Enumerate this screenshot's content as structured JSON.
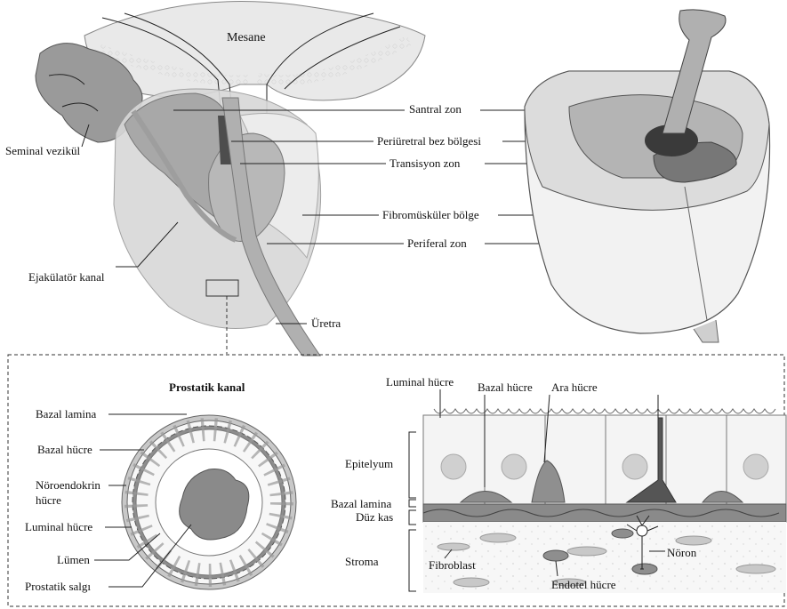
{
  "top": {
    "bladder": "Mesane",
    "seminal_vesicle": "Seminal vezikül",
    "ejaculatory_duct": "Ejakülatör kanal",
    "urethra": "Üretra",
    "zones": {
      "central": "Santral zon",
      "periurethral": "Periüretral bez bölgesi",
      "transition": "Transisyon zon",
      "fibromuscular": "Fibromüsküler bölge",
      "peripheral": "Periferal zon"
    }
  },
  "duct": {
    "title": "Prostatik kanal",
    "labels": {
      "basal_lamina": "Bazal lamina",
      "basal_cell": "Bazal hücre",
      "neuroendocrine_line1": "Nöroendokrin",
      "neuroendocrine_line2": "hücre",
      "luminal_cell": "Luminal hücre",
      "lumen": "Lümen",
      "secretion": "Prostatik salgı"
    }
  },
  "tissue": {
    "labels": {
      "luminal_cell": "Luminal hücre",
      "basal_cell": "Bazal hücre",
      "intermediate_cell": "Ara hücre",
      "epithelium": "Epitelyum",
      "basal_lamina": "Bazal lamina",
      "smooth_muscle": "Düz kas",
      "stroma": "Stroma",
      "fibroblast": "Fibroblast",
      "neuron": "Nöron",
      "endothelial": "Endotel hücre"
    }
  }
}
